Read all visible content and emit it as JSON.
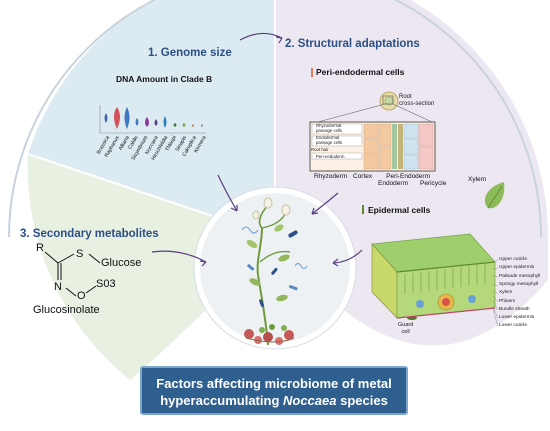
{
  "sections": {
    "genome": {
      "heading": "1.  Genome size",
      "chart_title": "DNA Amount in Clade B",
      "genera": [
        "Brassica",
        "Raphanus",
        "Alliaria",
        "Cakile",
        "Sisymbrium",
        "Noccaea",
        "Hirschfeldia",
        "Thlaspi",
        "Sinapis",
        "Cakeplica",
        "Kernera"
      ]
    },
    "structural": {
      "heading": "2. Structural adaptations",
      "peri_title": "Peri-endodermal cells",
      "root_label": "Root\ncross-section",
      "inner_labels": {
        "rhizo_passage": "Rhyzodermal\npassage cells",
        "endo_passage": "Endodermal\npassage cells",
        "root_hair": "Root hair",
        "peri_endoderm": "Peri-endoderm"
      },
      "layer_labels": {
        "rhyzoderm": "Rhyzoderm",
        "cortex": "Cortex",
        "peri_endoderm": "Peri-\nEndoderm",
        "endoderm": "Endoderm",
        "pericycle": "Pericycle",
        "xylem": "Xylem"
      },
      "epi_title": "Epidermal cells",
      "leaf_labels": [
        "Upper cuticle",
        "Upper epidermis",
        "Palisade mesophyll",
        "Spongy mesophyll",
        "Xylem",
        "Phloem",
        "Bundle sheath",
        "Lower epidermis",
        "Lower cuticle"
      ],
      "guard_cell": "Guard\ncell"
    },
    "secondary": {
      "heading": "3. Secondary metabolites",
      "chem": {
        "r": "R",
        "s": "S",
        "glucose": "Glucose",
        "n": "N",
        "o": "O",
        "so3": "S03"
      },
      "compound": "Glucosinolate"
    }
  },
  "title": {
    "line1": "Factors affecting microbiome of metal",
    "line2_prefix": "hyperaccumulating ",
    "line2_genus": "Noccaea",
    "line2_suffix": " species"
  },
  "colors": {
    "genome_bg": "#dcebf2",
    "structural_bg": "#ece7f1",
    "secondary_bg": "#e8f0e2",
    "heading": "#2b4f86",
    "title_box": "#2e5f8f",
    "peri_accent": "#e07b60",
    "epi_accent": "#5f8a2a"
  },
  "icons": [
    "root-cross-section-icon",
    "leaf-icon",
    "plant-icon",
    "violin-plot-icon"
  ]
}
